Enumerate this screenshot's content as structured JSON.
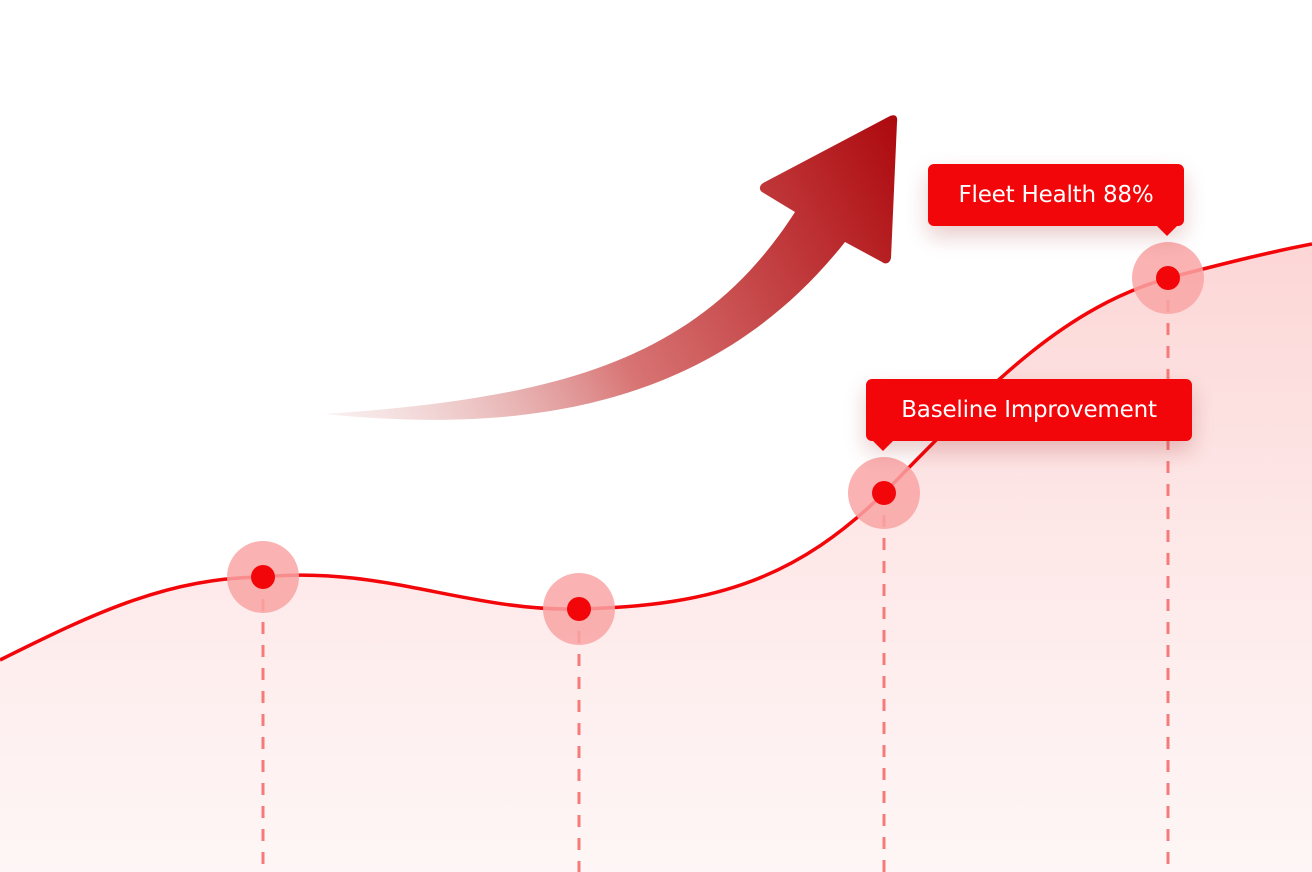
{
  "chart_data": {
    "type": "line",
    "points": [
      {
        "x": 1,
        "y": 1
      },
      {
        "x": 2,
        "y": 1
      },
      {
        "x": 3,
        "y": 2
      },
      {
        "x": 4,
        "y": 3
      }
    ],
    "annotations": [
      {
        "point_index": 3,
        "text": "Fleet Health 88%"
      },
      {
        "point_index": 2,
        "text": "Baseline Improvement"
      }
    ],
    "trend": "up",
    "grid": false,
    "legend": "none",
    "colors": {
      "line": "#f30609",
      "marker": "#f30609",
      "marker_halo": "#f9a5a5",
      "guide": "#f77a7a",
      "area_top": "#fdd8d8",
      "callout": "#f30609",
      "arrow_head": "#b30c10"
    }
  }
}
